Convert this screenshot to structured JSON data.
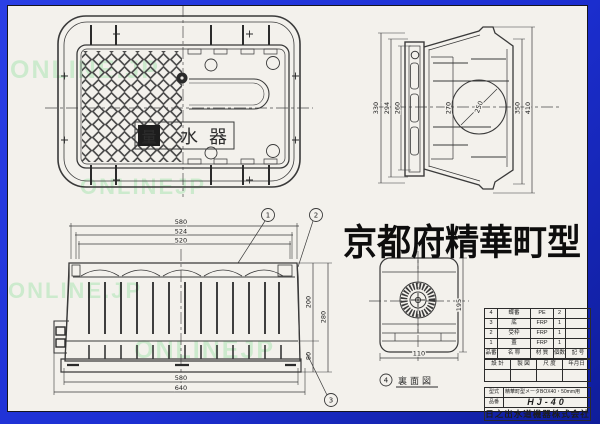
{
  "title": "京都府精華町型",
  "watermarks": {
    "wm1": "ONLINE.JP",
    "wm2": "ONLINEJP"
  },
  "colors": {
    "border_blue": "#1c2fd2",
    "watermark_green": "#c3e9c6",
    "paper": "#f3f1ec",
    "line": "#3a3a3a"
  },
  "plan_view": {
    "char1": "量",
    "char2": "水",
    "char3": "器"
  },
  "side_view": {
    "dim_330": "330",
    "dim_294": "294",
    "dim_260": "260",
    "dim_270": "270",
    "dim_circle": "250",
    "dim_350": "350",
    "dim_410": "410"
  },
  "front_view": {
    "dim_580_top": "580",
    "dim_524": "524",
    "dim_520": "520",
    "dim_580_bottom": "580",
    "dim_640": "640",
    "dim_200": "200",
    "dim_280": "280",
    "dim_80": "80",
    "callout_1": "1",
    "callout_2": "2",
    "callout_3": "3"
  },
  "rear_view": {
    "dim_110": "110",
    "dim_195": "195",
    "callout_4": "4",
    "label": "裏面図"
  },
  "parts_table": {
    "headers": {
      "no": "品番",
      "name": "名 称",
      "material": "材 質",
      "qty": "個数",
      "remark": "記 号"
    },
    "rows": [
      {
        "no": "4",
        "name": "蝶番",
        "material": "PE",
        "qty": "2",
        "remark": ""
      },
      {
        "no": "3",
        "name": "底",
        "material": "FRP",
        "qty": "1",
        "remark": ""
      },
      {
        "no": "2",
        "name": "受枠",
        "material": "FRP",
        "qty": "1",
        "remark": ""
      },
      {
        "no": "1",
        "name": "蓋",
        "material": "FRP",
        "qty": "1",
        "remark": ""
      }
    ]
  },
  "title_block": {
    "design_label": "設 計",
    "draft_label": "製 図",
    "scale_label": "尺 度",
    "date_label": "年月日",
    "model_label": "型式",
    "model_value": "精華町型メータBOX40・50mm用",
    "code_label": "品番",
    "code_value": "HJ-40",
    "company": "日之出水道機器株式会社"
  }
}
